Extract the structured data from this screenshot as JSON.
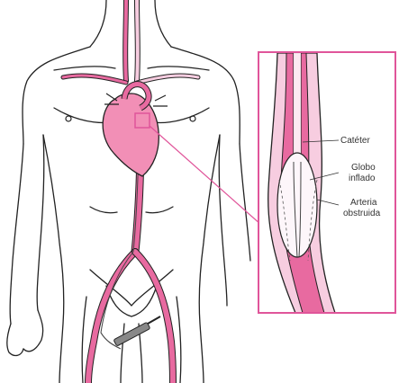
{
  "labels": {
    "catheter": "Catéter",
    "balloon_line1": "Globo",
    "balloon_line2": "inflado",
    "artery_line1": "Arteria",
    "artery_line2": "obstruida"
  },
  "colors": {
    "outline": "#222222",
    "vessel_pink": "#e86aa0",
    "vessel_light": "#f7cde0",
    "heart": "#f28fb6",
    "callout_border": "#e0559a",
    "balloon_fill": "#fdf6fa"
  }
}
